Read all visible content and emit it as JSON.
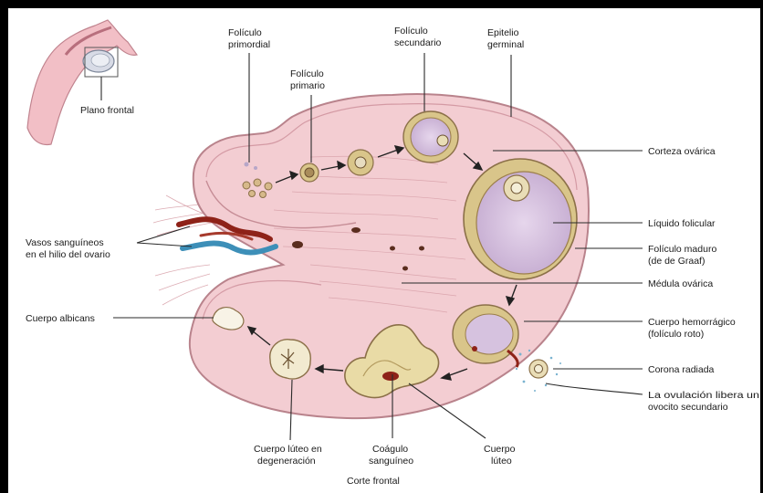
{
  "figure": {
    "caption": "Corte frontal",
    "inset_label": "Plano frontal",
    "labels": {
      "primordial_1": "Folículo",
      "primordial_2": "primordial",
      "primario_1": "Folículo",
      "primario_2": "primario",
      "secundario_1": "Folículo",
      "secundario_2": "secundario",
      "epitelio_1": "Epitelio",
      "epitelio_2": "germinal",
      "corteza": "Corteza ovárica",
      "liquido": "Líquido folicular",
      "maduro_1": "Folículo maduro",
      "maduro_2": "(de de Graaf)",
      "medula": "Médula ovárica",
      "hemorragico_1": "Cuerpo hemorrágico",
      "hemorragico_2": "(folículo roto)",
      "corona": "Corona radiada",
      "ovulacion_1": "La ovulación libera un",
      "ovulacion_2": "ovocito secundario",
      "vasos_1": "Vasos sanguíneos",
      "vasos_2": "en el hilio del ovario",
      "albicans": "Cuerpo albicans",
      "luteo_deg_1": "Cuerpo lúteo en",
      "luteo_deg_2": "degeneración",
      "coagulo_1": "Coágulo",
      "coagulo_2": "sanguíneo",
      "luteo_1": "Cuerpo",
      "luteo_2": "lúteo"
    },
    "colors": {
      "ovary_fill": "#f3cdd2",
      "ovary_edge": "#b9838c",
      "follicle_fluid": "#d6c2df",
      "granulosa": "#d9c58a",
      "vein": "#3d8fb8",
      "artery": "#8e2218",
      "frame": "#000000"
    }
  }
}
